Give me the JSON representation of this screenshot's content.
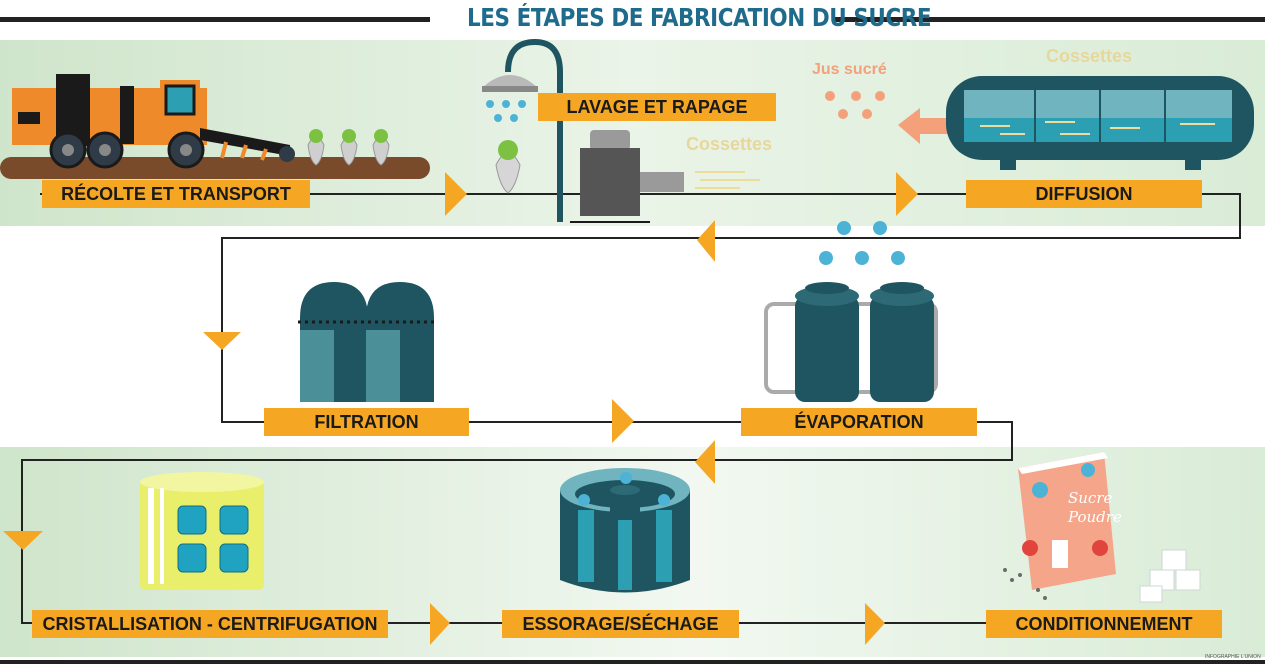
{
  "title": "LES ÉTAPES DE FABRICATION DU SUCRE",
  "steps": {
    "recolte": "RÉCOLTE ET TRANSPORT",
    "lavage": "LAVAGE ET RAPAGE",
    "diffusion": "DIFFUSION",
    "filtration": "FILTRATION",
    "evaporation": "ÉVAPORATION",
    "cristallisation": "CRISTALLISATION - CENTRIFUGATION",
    "essorage": "ESSORAGE/SÉCHAGE",
    "conditionnement": "CONDITIONNEMENT"
  },
  "annotations": {
    "cossettes_lavage": "Cossettes",
    "cossettes_diffusion": "Cossettes",
    "jus_sucre": "Jus sucré",
    "package_line1": "Sucre",
    "package_line2": "Poudre"
  },
  "credit": "INFOGRAPHIE L'UNION",
  "colors": {
    "accent_orange": "#f5a623",
    "teal_dark": "#1f5560",
    "title_blue": "#1f6b8c",
    "band_green": "#d9ecd6",
    "water_blue": "#4db3d6",
    "juice_salmon": "#f4a07a"
  },
  "icons": [
    "harvester-icon",
    "beet-icon",
    "shower-icon",
    "grinder-icon",
    "diffuser-tank-icon",
    "filter-silos-icon",
    "evaporator-tanks-icon",
    "crystallizer-icon",
    "centrifuge-icon",
    "sugar-box-icon",
    "sugar-cubes-icon",
    "flow-arrow-icon"
  ]
}
